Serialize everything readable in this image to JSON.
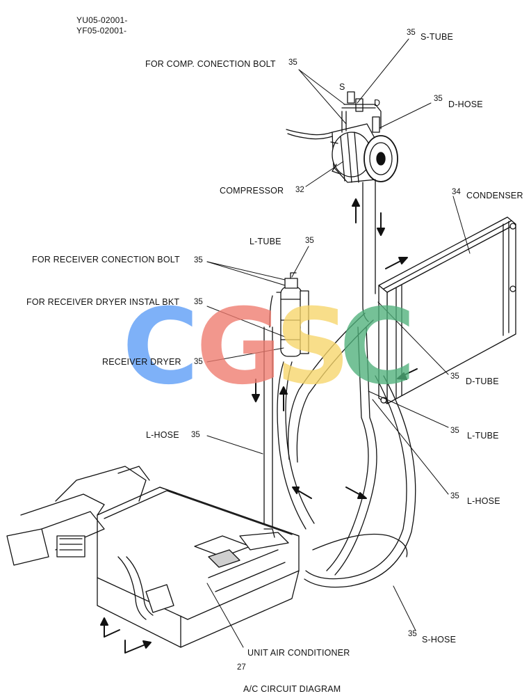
{
  "header": {
    "code_line1": "YU05-02001-",
    "code_line2": "YF05-02001-"
  },
  "watermark": {
    "letters": [
      "C",
      "G",
      "S",
      "C"
    ],
    "colors": [
      "#5b9cf7",
      "#ef7a6e",
      "#f7d66a",
      "#4fb07b"
    ]
  },
  "labels": {
    "s_tube": "S-TUBE",
    "comp_bolt": "FOR COMP. CONECTION BOLT",
    "s_mark": "S",
    "d_mark": "D",
    "d_hose": "D-HOSE",
    "compressor": "COMPRESSOR",
    "condenser": "CONDENSER",
    "l_tube_top": "L-TUBE",
    "receiver_bolt": "FOR RECEIVER CONECTION BOLT",
    "receiver_bkt": "FOR RECEIVER DRYER INSTAL BKT",
    "receiver_dryer": "RECEIVER DRYER",
    "d_tube": "D-TUBE",
    "l_hose_left": "L-HOSE",
    "l_tube_right": "L-TUBE",
    "l_hose_right": "L-HOSE",
    "s_hose": "S-HOSE",
    "unit_ac": "UNIT AIR CONDITIONER",
    "caption": "A/C CIRCUIT DIAGRAM"
  },
  "part_numbers": {
    "s_tube": "35",
    "comp_bolt": "35",
    "d_hose": "35",
    "compressor": "32",
    "condenser": "34",
    "l_tube_top": "35",
    "receiver_bolt": "35",
    "receiver_bkt": "35",
    "receiver_dryer": "35",
    "d_tube": "35",
    "l_hose_left": "35",
    "l_tube_right": "35",
    "l_hose_right": "35",
    "s_hose": "35",
    "unit_ac": "27"
  }
}
